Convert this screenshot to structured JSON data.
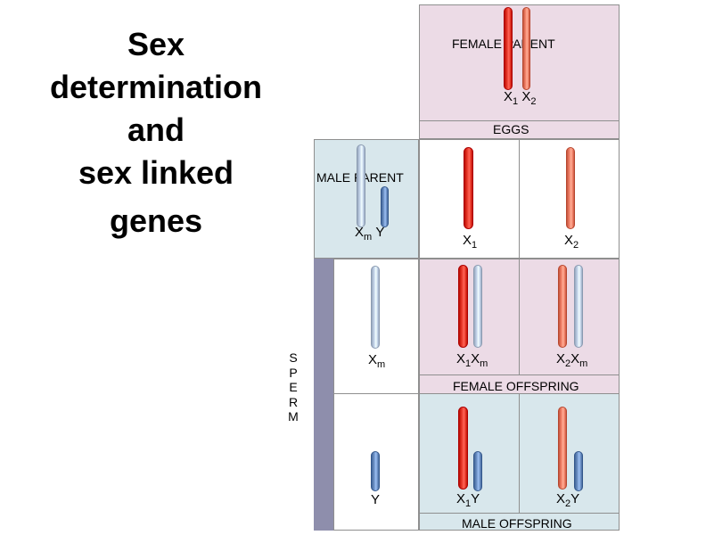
{
  "title": {
    "line1": "Sex",
    "line2": "determination",
    "line3": "and",
    "line4": "sex linked",
    "line5": "genes"
  },
  "labels": {
    "female_parent": "FEMALE PARENT",
    "eggs": "EGGS",
    "male_parent": "MALE PARENT",
    "sperm": [
      "S",
      "P",
      "E",
      "R",
      "M"
    ],
    "female_offspring": "FEMALE OFFSPRING",
    "male_offspring": "MALE OFFSPRING"
  },
  "chromosomes": {
    "x1": {
      "base": "X",
      "sub": "1"
    },
    "x2": {
      "base": "X",
      "sub": "2"
    },
    "xm": {
      "base": "X",
      "sub": "m"
    },
    "y": {
      "base": "Y",
      "sub": ""
    }
  },
  "colors": {
    "x1": "#e8392b",
    "x2": "#f2826a",
    "xm": "#c6d6ec",
    "y": "#6f93c7",
    "female_bg": "#ecdbe6",
    "male_bg": "#d8e7ec",
    "sperm_bar": "#8e8eac",
    "border": "#8f8f8f"
  }
}
